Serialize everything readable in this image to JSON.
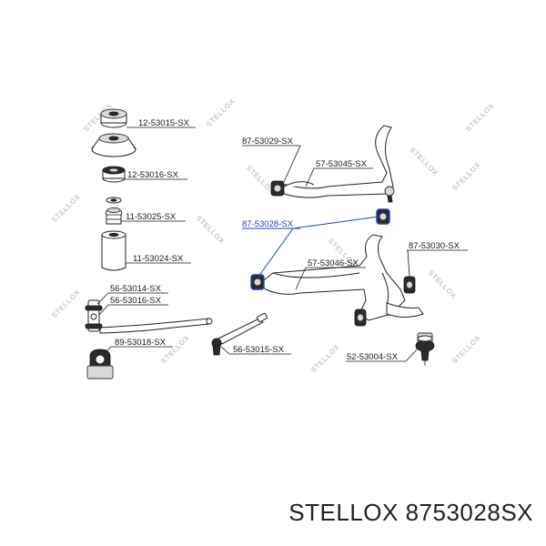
{
  "watermark": "STELLOX",
  "labels": {
    "l1": "12-53015-SX",
    "l2": "12-53016-SX",
    "l3": "11-53025-SX",
    "l4": "11-53024-SX",
    "l5": "87-53029-SX",
    "l6": "57-53045-SX",
    "l7": "87-53028-SX",
    "l8": "57-53046-SX",
    "l9": "87-53030-SX",
    "l10": "56-53014-SX",
    "l11": "56-53016-SX",
    "l12": "89-53018-SX",
    "l13": "56-53015-SX",
    "l14": "52-53004-SX"
  },
  "highlight_color": "#1f3fd0",
  "footer": {
    "brand": "STELLOX",
    "part_number": "8753028SX"
  }
}
